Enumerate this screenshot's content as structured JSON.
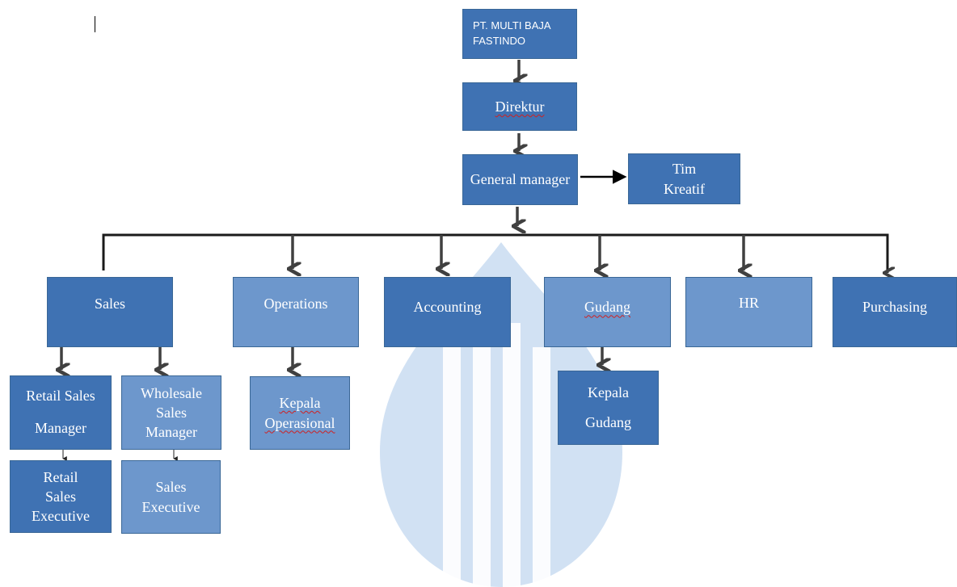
{
  "nodes": {
    "company": "PT. MULTI BAJA\nFASTINDO",
    "direktur": "Direktur",
    "gm": "General manager",
    "tim": "Tim\nKreatif",
    "sales": "Sales",
    "operations": "Operations",
    "accounting": "Accounting",
    "gudang": "Gudang",
    "hr": "HR",
    "purchasing": "Purchasing",
    "retail_mgr": "Retail Sales\n\nManager",
    "wholesale_mgr": "Wholesale\nSales\nManager",
    "kepala_ops": "Kepala\nOperasional",
    "kepala_gudang": "Kepala\n\nGudang",
    "retail_exec": "Retail\nSales\nExecutive",
    "sales_exec": "Sales\nExecutive"
  },
  "colors": {
    "box": "#4f81bd",
    "box_dark": "#3f72b3",
    "box_light": "#6d97cc",
    "connector": "#404040",
    "watermark": "#bcd3ee"
  }
}
